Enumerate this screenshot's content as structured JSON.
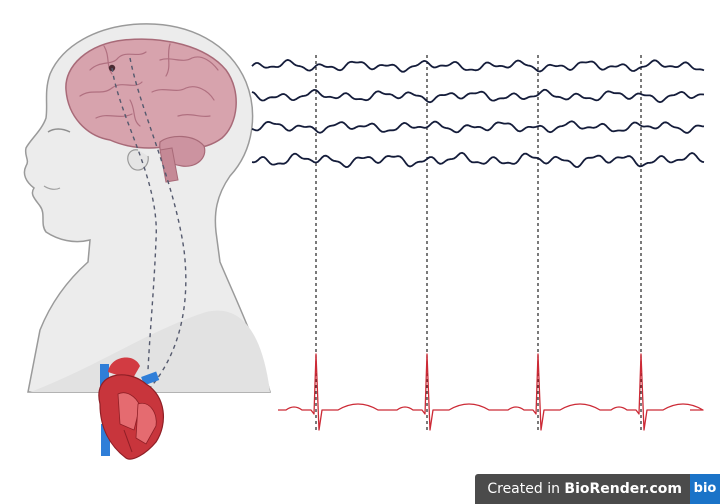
{
  "diagram": {
    "eeg_trace_count": 4,
    "r_peak_sync_lines": 4,
    "colors": {
      "skin_outline": "#9a9a9a",
      "skin_fill": "#ececec",
      "brain": "#d7a3ad",
      "brain_stroke": "#a86a78",
      "eeg_trace": "#141c3a",
      "ecg_trace": "#cc2a36",
      "sync_line": "#222222",
      "vagus_dash": "#555a6e",
      "heart": "#c8353c",
      "vessel_blue": "#2f7ed8"
    }
  },
  "badge": {
    "prefix": "Created in ",
    "brand": "BioRender.com",
    "logo": "bio",
    "background": "#4b4b4b"
  }
}
